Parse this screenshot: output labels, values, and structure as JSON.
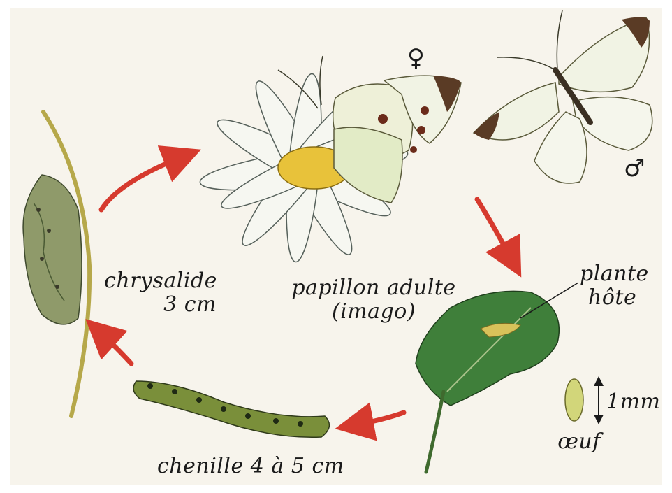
{
  "diagram": {
    "stages": {
      "adult": {
        "line1": "papillon adulte",
        "line2": "(imago)"
      },
      "chrysalis": {
        "line1": "chrysalide",
        "line2": "3 cm"
      },
      "caterpillar": {
        "label": "chenille 4 à 5 cm"
      },
      "host_plant": {
        "line1": "plante",
        "line2": "hôte"
      },
      "egg": {
        "label": "œuf",
        "size": "1mm"
      }
    },
    "symbols": {
      "female": "♀",
      "male": "♂"
    },
    "colors": {
      "background": "#f7f4ec",
      "arrow": "#d63a2e",
      "leaf": "#3f7f3a",
      "wing": "#f1f3e4",
      "wing_tip": "#5a3b25",
      "daisy_center": "#e8c23a",
      "caterpillar": "#7a8f3a",
      "chrysalis": "#8f9a6a"
    }
  }
}
